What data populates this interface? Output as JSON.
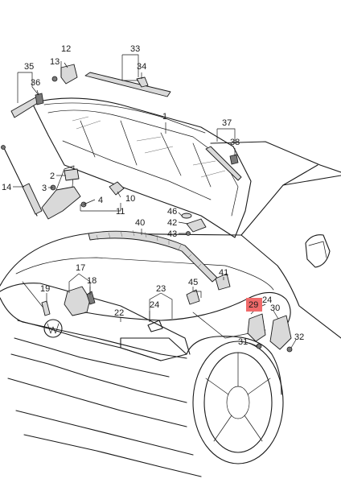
{
  "highlight_color": "#f06a6a",
  "labels": {
    "l1": "1",
    "l2": "2",
    "l3": "3",
    "l4": "4",
    "l10": "10",
    "l11": "11",
    "l12": "12",
    "l13": "13",
    "l14": "14",
    "l17": "17",
    "l18": "18",
    "l19": "19",
    "l22": "22",
    "l23": "23",
    "l24a": "24",
    "l24b": "24",
    "l29": "29",
    "l30": "30",
    "l31": "31",
    "l32": "32",
    "l33": "33",
    "l34": "34",
    "l35": "35",
    "l36": "36",
    "l37": "37",
    "l38": "38",
    "l40": "40",
    "l41": "41",
    "l42": "42",
    "l43": "43",
    "l45": "45",
    "l46": "46"
  }
}
